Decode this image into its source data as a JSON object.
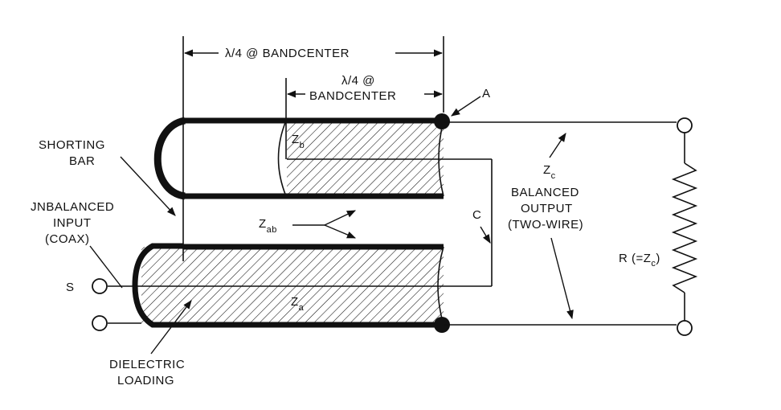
{
  "labels": {
    "dim_outer": "λ/4 @ BANDCENTER",
    "dim_inner_line1": "λ/4 @",
    "dim_inner_line2": "BANDCENTER",
    "point_a": "A",
    "shorting_bar_line1": "SHORTING",
    "shorting_bar_line2": "BAR",
    "input_line1": "JNBALANCED",
    "input_line2": "INPUT",
    "input_line3": "(COAX)",
    "terminal_s": "S",
    "zb_main": "Z",
    "zb_sub": "b",
    "zab_main": "Z",
    "zab_sub": "ab",
    "za_main": "Z",
    "za_sub": "a",
    "point_c": "C",
    "zc_main": "Z",
    "zc_sub": "c",
    "output_line1": "BALANCED",
    "output_line2": "OUTPUT",
    "output_line3": "(TWO-WIRE)",
    "r_main": "R (=Z",
    "r_sub": "c",
    "r_close": ")",
    "dielectric_line1": "DIELECTRIC",
    "dielectric_line2": "LOADING"
  },
  "colors": {
    "ink": "#111111",
    "paper": "#ffffff"
  }
}
